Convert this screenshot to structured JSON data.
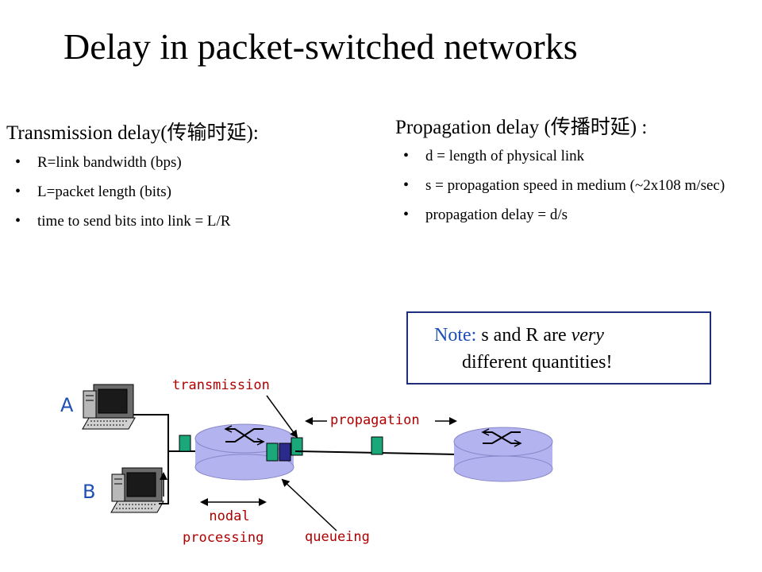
{
  "slide": {
    "title": "Delay in packet-switched networks",
    "transmission": {
      "heading": "Transmission delay(传输时延):",
      "bullets": [
        "R=link bandwidth (bps)",
        "L=packet length (bits)",
        "time to send bits into link = L/R"
      ]
    },
    "propagation": {
      "heading": "Propagation delay (传播时延) :",
      "bullets": [
        "d = length of physical link",
        "s = propagation speed in medium (~2x108 m/sec)",
        "propagation delay = d/s"
      ]
    },
    "note": {
      "label": "Note:",
      "text_part1": " s and R are ",
      "emphasis": "very",
      "text_part2": "different quantities!"
    }
  },
  "diagram": {
    "hosts": [
      "A",
      "B"
    ],
    "labels": {
      "transmission": "transmission",
      "propagation": "propagation",
      "nodal_processing_line1": "nodal",
      "nodal_processing_line2": "processing",
      "queueing": "queueing"
    },
    "colors": {
      "router": "#b3b3f0",
      "packet": "#1aa87a",
      "packet_dark": "#2a2a8c",
      "label_red": "#b00000",
      "host_label_blue": "#1f4fb4",
      "note_border": "#1f2d7a"
    },
    "icons": [
      "computer-icon",
      "router-icon"
    ]
  }
}
